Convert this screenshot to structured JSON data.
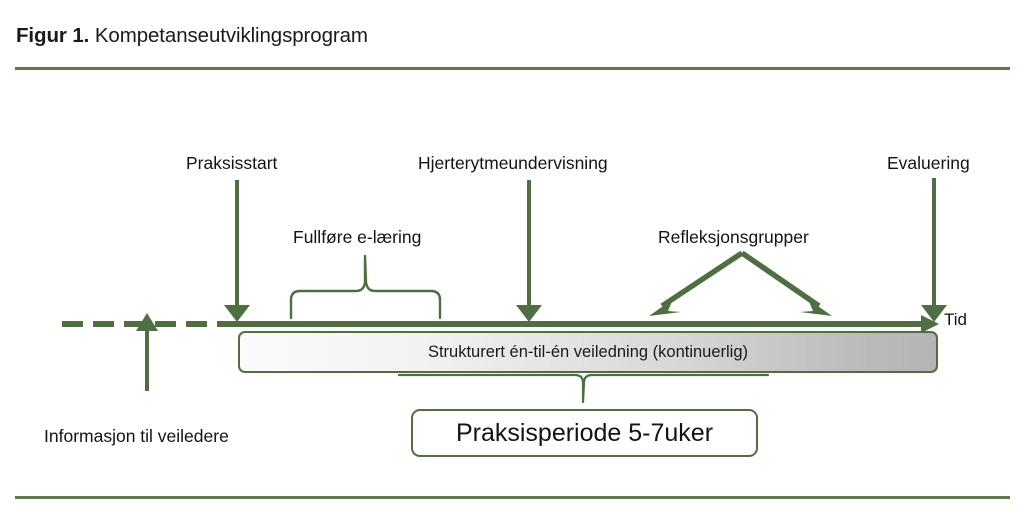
{
  "figure": {
    "number": "Figur 1.",
    "caption": "Kompetanseutviklingsprogram"
  },
  "timeline": {
    "axis_label": "Tid",
    "milestones": [
      {
        "key": "praksisstart",
        "label": "Praksisstart"
      },
      {
        "key": "hjerterytmeundervisning",
        "label": "Hjerterytmeundervisning"
      },
      {
        "key": "evaluering",
        "label": "Evaluering"
      }
    ],
    "spans": [
      {
        "key": "fullfore-e-laering",
        "label": "Fullføre e-læring"
      },
      {
        "key": "refleksjonsgrupper",
        "label": "Refleksjonsgrupper"
      }
    ],
    "below_axis": [
      {
        "key": "informasjon-til-veiledere",
        "label": "Informasjon til veiledere"
      }
    ],
    "continuous_bar": {
      "label": "Strukturert én-til-én veiledning (kontinuerlig)"
    },
    "period_box": {
      "label": "Praksisperiode 5-7uker"
    }
  },
  "colors": {
    "accent_green": "#4f6f43",
    "rule_green": "#5c7a4e",
    "text": "#131313",
    "bar_gradient_start": "#fbfbfb",
    "bar_gradient_end": "#b4b4b4"
  }
}
